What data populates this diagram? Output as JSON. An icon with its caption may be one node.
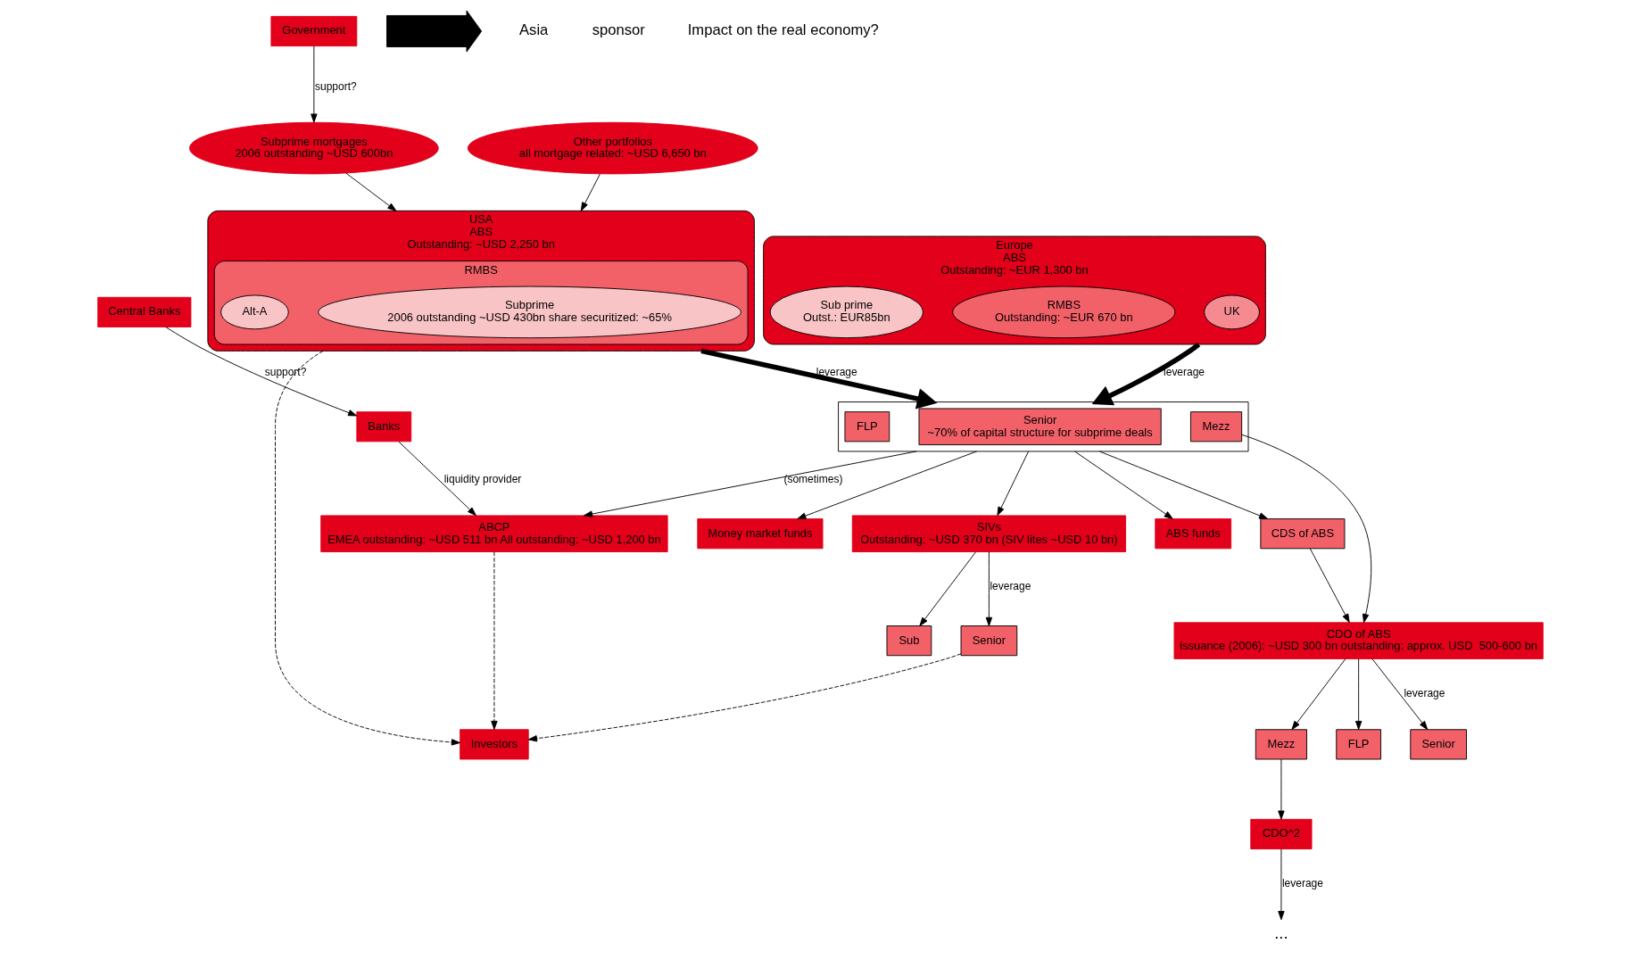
{
  "diagram": {
    "nodes": [
      {
        "text": [
          "SIVs",
          "Outstanding: ~USD 370 bn (SIV lites ~USD 10 bn)"
        ]
      },
      {
        "text": [
          "Senior"
        ]
      },
      {
        "text": [
          "Sub"
        ]
      },
      {
        "text": [
          "Central Banks"
        ]
      },
      {
        "text": [
          "Investors"
        ]
      },
      {
        "text": [
          "Money market funds"
        ]
      },
      {
        "text": [
          "ABCP",
          "EMEA outstanding: ~USD 511 bn All outstanding: ~USD 1,200 bn"
        ]
      },
      {
        "text": [
          "Banks"
        ]
      },
      {
        "text": [
          "Government"
        ]
      },
      {
        "text": [
          "Europe",
          "ABS",
          "Outstanding: ~EUR 1,300 bn"
        ]
      },
      {
        "text": [
          "UK"
        ],
        "in": 9
      },
      {
        "text": [
          "RMBS",
          "Outstanding: ~EUR 670 bn"
        ],
        "in": 9
      },
      {
        "text": [
          "Sub prime",
          "Outst.: EUR85bn"
        ],
        "in": 9
      },
      {
        "text": [],
        "shape": "box"
      },
      {
        "text": [
          "Senior",
          "~70% of capital structure for subprime deals"
        ],
        "in": 13
      },
      {
        "text": [
          "Mezz"
        ],
        "in": 13
      },
      {
        "text": [
          "FLP"
        ],
        "in": 13
      },
      {
        "text": [
          "USA",
          "ABS",
          "Outstanding: ~USD 2,250 bn"
        ]
      },
      {
        "text": [
          "RMBS"
        ],
        "in": 17
      },
      {
        "text": [
          "Subprime",
          "2006 outstanding ~USD 430bn share securitized: ~65%"
        ],
        "in": 18
      },
      {
        "text": [
          "Alt-A"
        ],
        "in": 18
      },
      {
        "text": [
          "Subprime mortgages",
          "2006 outstanding ~USD 600bn"
        ]
      },
      {
        "text": [
          "Other portfolios",
          "all mortgage related: ~USD 6,650 bn"
        ]
      },
      {
        "text": [
          "CDS of ABS"
        ]
      },
      {
        "text": [
          "ABS funds"
        ]
      },
      {
        "text": [
          "CDO of ABS",
          "issuance (2006): ~USD 300 bn outstanding: approx. USD  500-600 bn"
        ]
      },
      {
        "text": [
          "Senior"
        ]
      },
      {
        "text": [
          "Mezz"
        ]
      },
      {
        "text": [
          "FLP"
        ]
      },
      {
        "text": [
          "CDO^2"
        ]
      },
      {
        "text": [
          "..."
        ]
      },
      {
        "text": [],
        "shape": "bolt"
      }
    ],
    "edges": [
      {
        "from": 0,
        "to": 1,
        "arrow": "to",
        "label": "leverage"
      },
      {
        "from": 0,
        "to": 2,
        "arrow": "to"
      },
      {
        "from": 1,
        "to": 4,
        "arrow": "to",
        "style": "dashed"
      },
      {
        "from": 6,
        "to": 4,
        "arrow": "to",
        "style": "dashed"
      },
      {
        "from": 3,
        "to": 7,
        "arrow": "to",
        "label": "support?"
      },
      {
        "from": 7,
        "to": 6,
        "arrow": "to",
        "label": "liquidity provider"
      },
      {
        "from": 13,
        "to": 5,
        "arrow": "to"
      },
      {
        "from": 13,
        "to": 0,
        "arrow": "to"
      },
      {
        "from": 13,
        "to": 6,
        "arrow": "to",
        "label": "(sometimes)"
      },
      {
        "from": 17,
        "to": 4,
        "arrow": "to",
        "style": "dashed"
      },
      {
        "from": 8,
        "to": 21,
        "arrow": "to",
        "label": "support?"
      },
      {
        "from": 21,
        "to": 17,
        "arrow": "to"
      },
      {
        "from": 22,
        "to": 17,
        "arrow": "to"
      },
      {
        "from": 9,
        "to": 13,
        "arrow": "to",
        "label": "leverage",
        "style": "thick"
      },
      {
        "from": 17,
        "to": 13,
        "arrow": "to",
        "label": "leverage",
        "style": "thick"
      },
      {
        "from": 13,
        "to": 24,
        "arrow": "to"
      },
      {
        "from": 13,
        "to": 23,
        "arrow": "to"
      },
      {
        "from": 15,
        "to": 25,
        "arrow": "to"
      },
      {
        "from": 23,
        "to": 25,
        "arrow": "to"
      },
      {
        "from": 25,
        "to": 26,
        "arrow": "to",
        "label": "leverage"
      },
      {
        "from": 25,
        "to": 27,
        "arrow": "to"
      },
      {
        "from": 25,
        "to": 28,
        "arrow": "to"
      },
      {
        "from": 27,
        "to": 29,
        "arrow": "to"
      },
      {
        "from": 29,
        "to": 30,
        "arrow": "to",
        "label": "leverage"
      }
    ],
    "labels": [
      "Asia",
      "sponsor",
      "Impact on the real economy?"
    ]
  }
}
